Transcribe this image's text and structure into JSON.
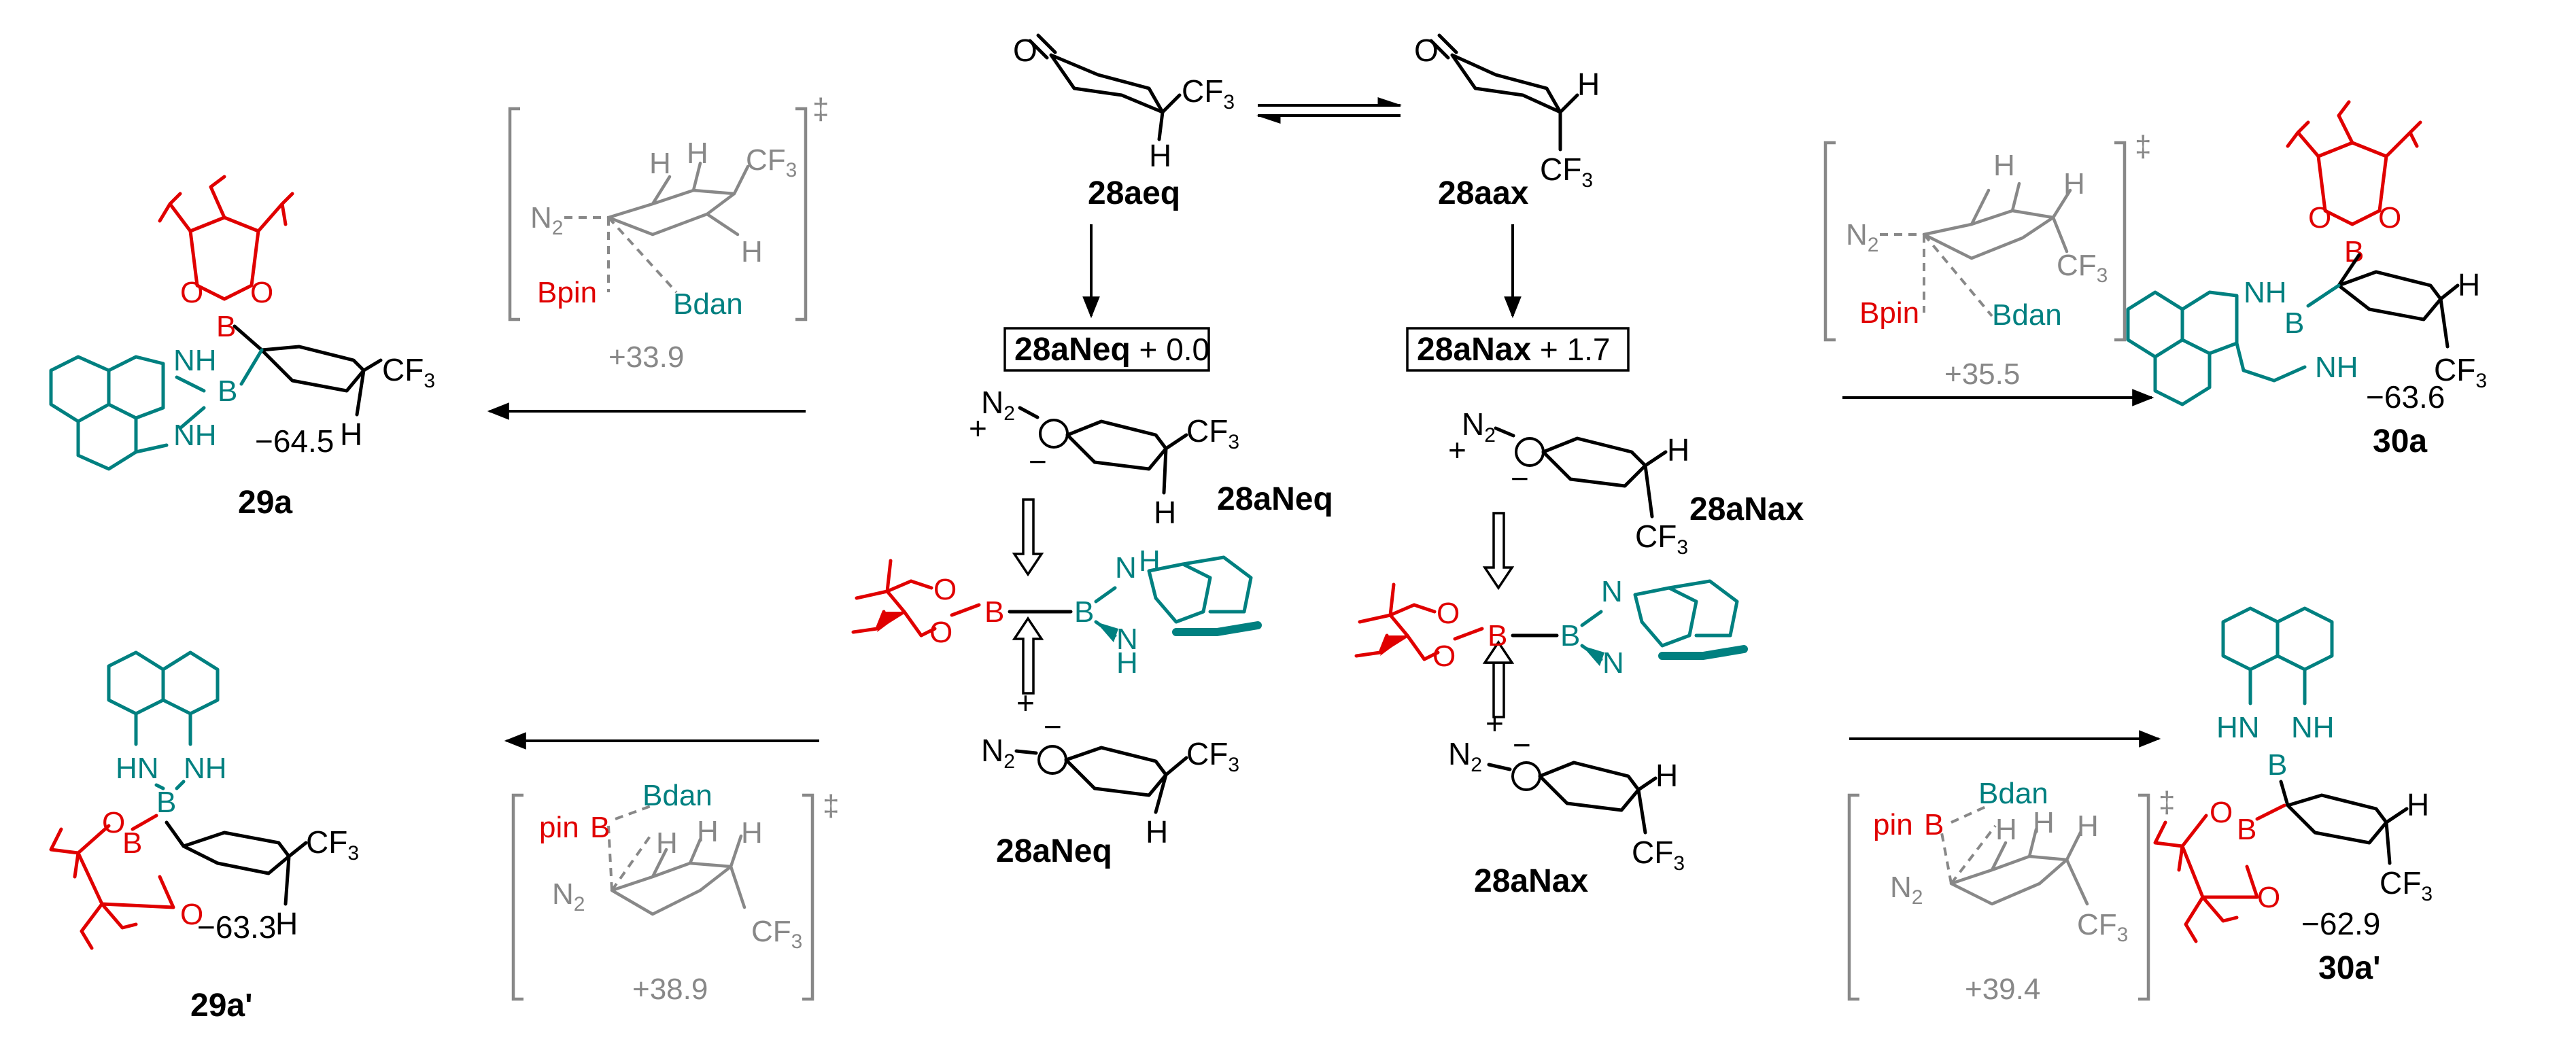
{
  "substrates": {
    "eq": {
      "label": "28aeq",
      "cf3": "CF",
      "cf3_sub": "3",
      "h": "H"
    },
    "ax": {
      "label": "28aax",
      "cf3": "CF",
      "cf3_sub": "3",
      "h": "H"
    }
  },
  "diazo": {
    "neq": {
      "boxed": "28aNeq",
      "energy": " + 0.0",
      "label": "28aNeq",
      "label_lower": "28aNeq"
    },
    "nax": {
      "boxed": "28aNax",
      "energy": " + 1.7",
      "label": "28aNax",
      "label_lower": "28aNax"
    },
    "n2": "N",
    "n2_sub": "2",
    "plus": "+",
    "minus": "−",
    "h": "H",
    "cf3": "CF",
    "cf3_sub": "3"
  },
  "diboron": {
    "o": "O",
    "b": "B",
    "nh": "N",
    "h": "H"
  },
  "transition_states": {
    "ts_29a": {
      "energy": "+33.9",
      "bpin": "Bpin",
      "bdan": "Bdan",
      "dagger": "‡"
    },
    "ts_30a": {
      "energy": "+35.5",
      "bpin": "Bpin",
      "bdan": "Bdan",
      "dagger": "‡"
    },
    "ts_29a_prime": {
      "energy": "+38.9",
      "pin": "pin",
      "b": "B",
      "bdan": "Bdan",
      "dagger": "‡"
    },
    "ts_30a_prime": {
      "energy": "+39.4",
      "pin": "pin",
      "b": "B",
      "bdan": "Bdan",
      "dagger": "‡"
    },
    "n2": "N",
    "n2_sub": "2",
    "h": "H",
    "cf3": "CF",
    "cf3_sub": "3"
  },
  "products": {
    "p29a": {
      "label": "29a",
      "shift": "−64.5"
    },
    "p30a": {
      "label": "30a",
      "shift": "−63.6"
    },
    "p29a_prime": {
      "label": "29a'",
      "shift": "−63.3"
    },
    "p30a_prime": {
      "label": "30a'",
      "shift": "−62.9"
    },
    "o": "O",
    "b": "B",
    "nh": "NH",
    "hn": "HN",
    "n": "N",
    "h": "H",
    "cf3": "CF",
    "cf3_sub": "3"
  },
  "colors": {
    "bpin": "#e00000",
    "bdan": "#008080",
    "ts": "#888888",
    "text": "#000000"
  }
}
